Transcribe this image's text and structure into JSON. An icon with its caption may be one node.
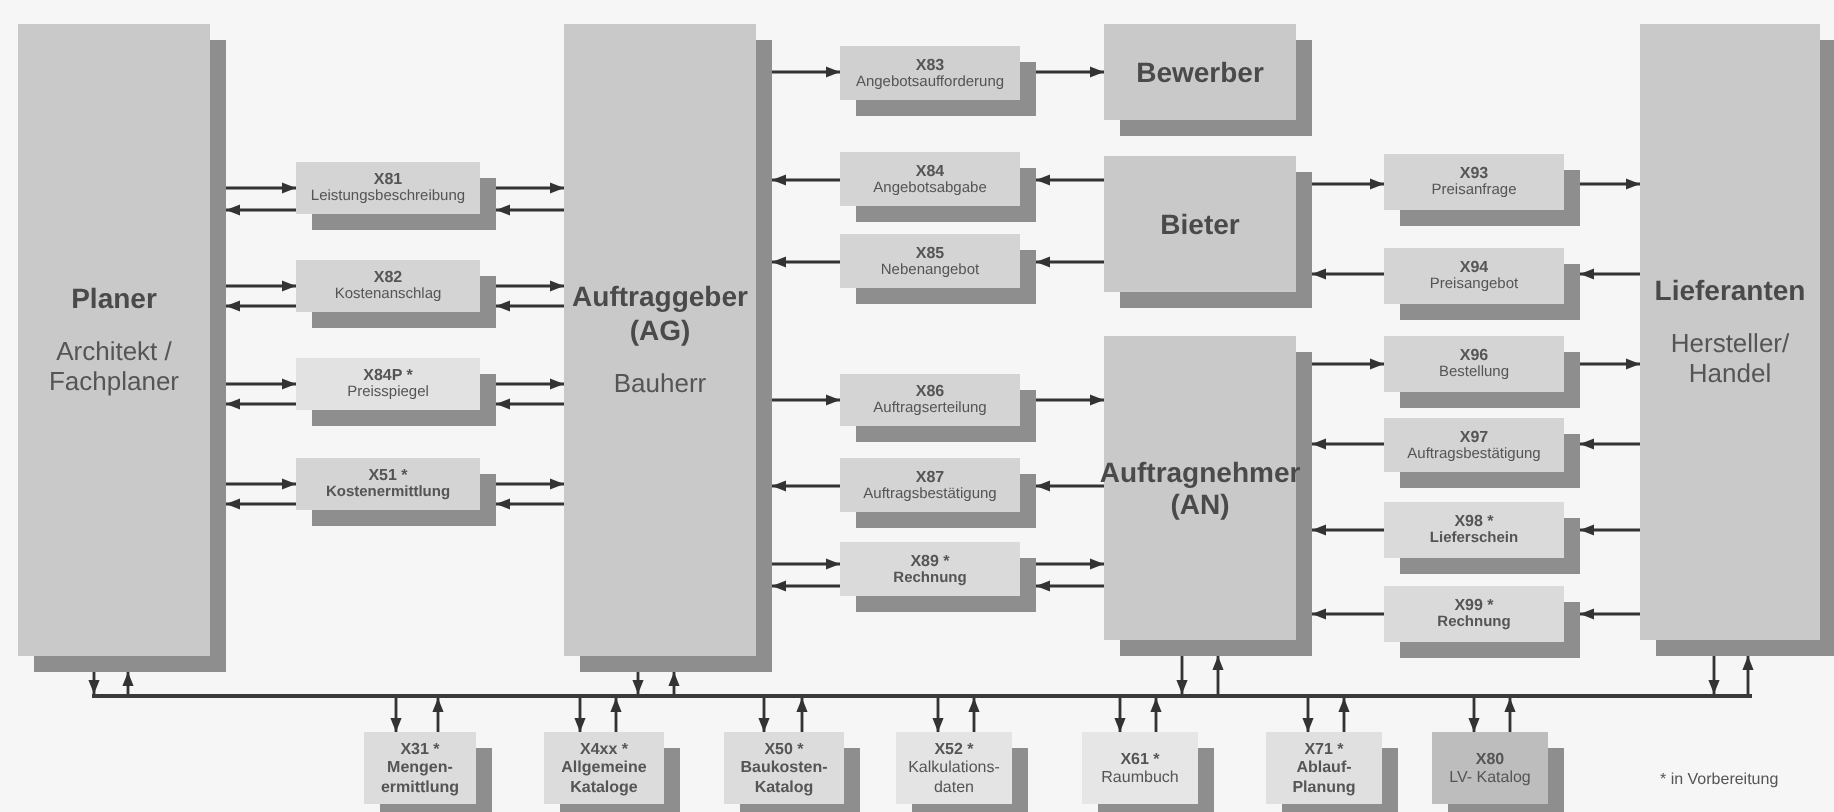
{
  "diagram": {
    "nodes": [
      {
        "text": [
          "Planer",
          "Architekt / Fachplaner"
        ]
      },
      {
        "text": [
          "X81",
          "Leistungsbeschreibung"
        ]
      },
      {
        "text": [
          "X82",
          "Kostenanschlag"
        ]
      },
      {
        "text": [
          "X84P *",
          "Preisspiegel"
        ]
      },
      {
        "text": [
          "X51 *",
          "Kostenermittlung"
        ]
      },
      {
        "text": [
          "Auftraggeber (AG)",
          "Bauherr"
        ]
      },
      {
        "text": [
          "X83",
          "Angebotsaufforderung"
        ]
      },
      {
        "text": [
          "Bewerber"
        ]
      },
      {
        "text": [
          "X84",
          "Angebotsabgabe"
        ]
      },
      {
        "text": [
          "Bieter"
        ]
      },
      {
        "text": [
          "X85",
          "Nebenangebot"
        ]
      },
      {
        "text": [
          "X86",
          "Auftragserteilung"
        ]
      },
      {
        "text": [
          "X87",
          "Auftragsbestätigung"
        ]
      },
      {
        "text": [
          "X89 *",
          "Rechnung"
        ]
      },
      {
        "text": [
          "Auftragnehmer (AN)"
        ]
      },
      {
        "text": [
          "X93",
          "Preisanfrage"
        ]
      },
      {
        "text": [
          "X94",
          "Preisangebot"
        ]
      },
      {
        "text": [
          "X96",
          "Bestellung"
        ]
      },
      {
        "text": [
          "X97",
          "Auftragsbestätigung"
        ]
      },
      {
        "text": [
          "X98 *",
          "Lieferschein"
        ]
      },
      {
        "text": [
          "X99 *",
          "Rechnung"
        ]
      },
      {
        "text": [
          "Lieferanten",
          "Hersteller/ Handel"
        ]
      },
      {
        "text": [],
        "shape": "bar"
      },
      {
        "text": [
          "X31 *",
          "Mengen- ermittlung"
        ]
      },
      {
        "text": [
          "X4xx *",
          "Allgemeine Kataloge"
        ]
      },
      {
        "text": [
          "X50 *",
          "Baukosten- Katalog"
        ]
      },
      {
        "text": [
          "X52 *",
          "Kalkulations- daten"
        ]
      },
      {
        "text": [
          "X61 *",
          "Raumbuch"
        ]
      },
      {
        "text": [
          "X71 *",
          "Ablauf- Planung"
        ]
      },
      {
        "text": [
          "X80",
          "LV- Katalog"
        ]
      }
    ],
    "edges": [
      {
        "from": 0,
        "to": 1,
        "arrow": "to"
      },
      {
        "from": 1,
        "to": 0,
        "arrow": "to"
      },
      {
        "from": 1,
        "to": 5,
        "arrow": "to"
      },
      {
        "from": 5,
        "to": 1,
        "arrow": "to"
      },
      {
        "from": 0,
        "to": 2,
        "arrow": "to"
      },
      {
        "from": 2,
        "to": 0,
        "arrow": "to"
      },
      {
        "from": 2,
        "to": 5,
        "arrow": "to"
      },
      {
        "from": 5,
        "to": 2,
        "arrow": "to"
      },
      {
        "from": 0,
        "to": 3,
        "arrow": "to"
      },
      {
        "from": 3,
        "to": 0,
        "arrow": "to"
      },
      {
        "from": 3,
        "to": 5,
        "arrow": "to"
      },
      {
        "from": 5,
        "to": 3,
        "arrow": "to"
      },
      {
        "from": 0,
        "to": 4,
        "arrow": "to"
      },
      {
        "from": 4,
        "to": 0,
        "arrow": "to"
      },
      {
        "from": 4,
        "to": 5,
        "arrow": "to"
      },
      {
        "from": 5,
        "to": 4,
        "arrow": "to"
      },
      {
        "from": 5,
        "to": 6,
        "arrow": "to"
      },
      {
        "from": 6,
        "to": 7,
        "arrow": "to"
      },
      {
        "from": 9,
        "to": 8,
        "arrow": "to"
      },
      {
        "from": 8,
        "to": 5,
        "arrow": "to"
      },
      {
        "from": 9,
        "to": 10,
        "arrow": "to"
      },
      {
        "from": 10,
        "to": 5,
        "arrow": "to"
      },
      {
        "from": 5,
        "to": 11,
        "arrow": "to"
      },
      {
        "from": 11,
        "to": 14,
        "arrow": "to"
      },
      {
        "from": 14,
        "to": 12,
        "arrow": "to"
      },
      {
        "from": 12,
        "to": 5,
        "arrow": "to"
      },
      {
        "from": 5,
        "to": 13,
        "arrow": "to"
      },
      {
        "from": 13,
        "to": 5,
        "arrow": "to"
      },
      {
        "from": 13,
        "to": 14,
        "arrow": "to"
      },
      {
        "from": 14,
        "to": 13,
        "arrow": "to"
      },
      {
        "from": 9,
        "to": 15,
        "arrow": "to"
      },
      {
        "from": 15,
        "to": 21,
        "arrow": "to"
      },
      {
        "from": 21,
        "to": 16,
        "arrow": "to"
      },
      {
        "from": 16,
        "to": 9,
        "arrow": "to"
      },
      {
        "from": 14,
        "to": 17,
        "arrow": "to"
      },
      {
        "from": 17,
        "to": 21,
        "arrow": "to"
      },
      {
        "from": 21,
        "to": 18,
        "arrow": "to"
      },
      {
        "from": 18,
        "to": 14,
        "arrow": "to"
      },
      {
        "from": 21,
        "to": 19,
        "arrow": "to"
      },
      {
        "from": 19,
        "to": 14,
        "arrow": "to"
      },
      {
        "from": 21,
        "to": 20,
        "arrow": "to"
      },
      {
        "from": 20,
        "to": 14,
        "arrow": "to"
      },
      {
        "from": 0,
        "to": 22,
        "arrow": "to"
      },
      {
        "from": 22,
        "to": 0,
        "arrow": "to"
      },
      {
        "from": 5,
        "to": 22,
        "arrow": "to"
      },
      {
        "from": 22,
        "to": 5,
        "arrow": "to"
      },
      {
        "from": 14,
        "to": 22,
        "arrow": "to"
      },
      {
        "from": 22,
        "to": 14,
        "arrow": "to"
      },
      {
        "from": 21,
        "to": 22,
        "arrow": "to"
      },
      {
        "from": 22,
        "to": 21,
        "arrow": "to"
      },
      {
        "from": 22,
        "to": 23,
        "arrow": "to"
      },
      {
        "from": 23,
        "to": 22,
        "arrow": "to"
      },
      {
        "from": 22,
        "to": 24,
        "arrow": "to"
      },
      {
        "from": 24,
        "to": 22,
        "arrow": "to"
      },
      {
        "from": 22,
        "to": 25,
        "arrow": "to"
      },
      {
        "from": 25,
        "to": 22,
        "arrow": "to"
      },
      {
        "from": 22,
        "to": 26,
        "arrow": "to"
      },
      {
        "from": 26,
        "to": 22,
        "arrow": "to"
      },
      {
        "from": 22,
        "to": 27,
        "arrow": "to"
      },
      {
        "from": 27,
        "to": 22,
        "arrow": "to"
      },
      {
        "from": 22,
        "to": 28,
        "arrow": "to"
      },
      {
        "from": 28,
        "to": 22,
        "arrow": "to"
      },
      {
        "from": 22,
        "to": 29,
        "arrow": "to"
      },
      {
        "from": 29,
        "to": 22,
        "arrow": "to"
      }
    ],
    "labels": [
      "* in Vorbereitung"
    ]
  }
}
